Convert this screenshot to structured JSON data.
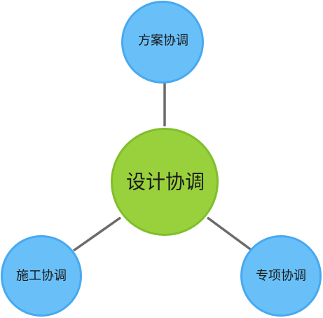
{
  "diagram": {
    "center": {
      "label": "设计协调"
    },
    "nodes": [
      {
        "id": "top",
        "label": "方案协调"
      },
      {
        "id": "left",
        "label": "施工协调"
      },
      {
        "id": "right",
        "label": "专项协调"
      }
    ]
  },
  "colors": {
    "center_fill": "#99d13c",
    "center_border": "#7fbf2a",
    "node_fill": "#69c0f8",
    "node_border": "#47a9f0",
    "connector": "#6b6b6b",
    "text": "#1a1a1a"
  }
}
